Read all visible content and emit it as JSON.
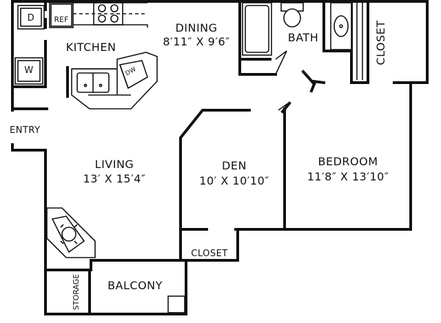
{
  "rooms": {
    "kitchen": {
      "name": "KITCHEN"
    },
    "dining": {
      "name": "DINING",
      "size": "8′11″ X 9′6″"
    },
    "bath": {
      "name": "BATH"
    },
    "closet_bath": {
      "name": "CLOSET"
    },
    "entry": {
      "name": "ENTRY"
    },
    "living": {
      "name": "LIVING",
      "size": "13′ X 15′4″"
    },
    "den": {
      "name": "DEN",
      "size": "10′ X 10′10″"
    },
    "bedroom": {
      "name": "BEDROOM",
      "size": "11′8″ X 13′10″"
    },
    "closet_den": {
      "name": "CLOSET"
    },
    "balcony": {
      "name": "BALCONY"
    },
    "storage": {
      "name": "STORAGE"
    }
  },
  "appliances": {
    "dryer": "D",
    "washer": "W",
    "refrigerator": "REF",
    "dishwasher": "DW"
  }
}
